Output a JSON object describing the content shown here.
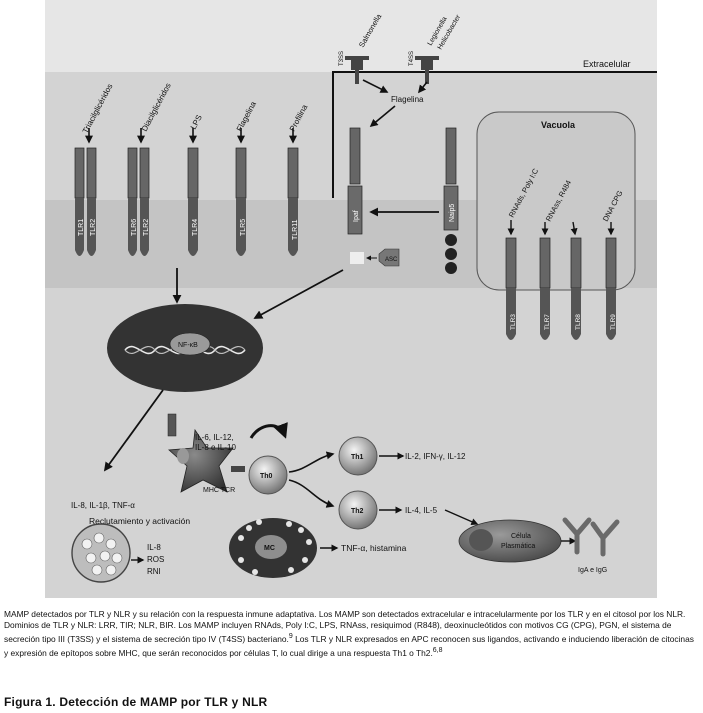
{
  "labels": {
    "extracellular": "Extracelular",
    "vacuole": "Vacuola",
    "salmonella": "Salmonella",
    "t3ss": "T3SS",
    "t4ss": "T4SS",
    "legionella": "Legionella",
    "helicobacter": "Helicobacter",
    "flagellin_top": "Flagelina",
    "ligands": [
      "Triacilglicéridos",
      "Diacilglicéridos",
      "LPS",
      "Flagelina",
      "Profilina"
    ],
    "tlr_pairs": [
      [
        "TLR1",
        "TLR2"
      ],
      [
        "TLR6",
        "TLR2"
      ]
    ],
    "tlr_single": [
      "TLR4",
      "TLR5",
      "TLR11"
    ],
    "ipaf": "Ipaf",
    "naip5": "Naip5",
    "asc": "ASC",
    "vac_ligands": [
      "RNAds, Poly I:C",
      "RNAss, R484",
      "DNA CPG"
    ],
    "vac_tlrs": [
      "TLR3",
      "TLR7",
      "TLR8",
      "TLR9"
    ],
    "nfkb": "NF-κB",
    "apc_cytokines": [
      "IL-6, IL-12,",
      "IL-8 e IL-10"
    ],
    "mhc_tcr": "MHC TCR",
    "th0": "Th0",
    "th1": "Th1",
    "th2": "Th2",
    "th1_out": "IL-2, IFN-γ, IL-12",
    "th2_out": "IL-4, IL-5",
    "neut_in": "IL-8, IL-1β, TNF-α",
    "recruit": "Reclutamiento y activación",
    "neut_out": [
      "IL-8",
      "ROS",
      "RNI"
    ],
    "mc": "MC",
    "mc_out": "TNF-α, histamina",
    "plasma": [
      "Célula",
      "Plasmática"
    ],
    "iga": "IgA e IgG"
  },
  "caption": "MAMP detectados por TLR y NLR y su relación con la respuesta inmune adaptativa. Los MAMP son detectados extracelular e intracelularmente por los TLR y en el citosol por los NLR. Dominios de TLR y NLR: LRR, TIR; NLR, BIR. Los MAMP incluyen RNAds, Poly I:C, LPS, RNAss, resiquimod (R848), deoxinucleótidos con motivos CG (CPG), PGN, el sistema de secreción tipo III (T3SS) y el sistema de secreción tipo IV (T4SS) bacteriano.",
  "caption_ref1": "9",
  "caption_tail": " Los TLR y NLR expresados en APC reconocen sus ligandos, activando e induciendo liberación de citocinas y expresión de epítopos sobre MHC, que serán reconocidos por células T, lo cual dirige a una respuesta Th1 o Th2.",
  "caption_ref2": "6,8",
  "figure_title": "Figura 1. Detección de MAMP por TLR y NLR",
  "colors": {
    "panel": "#d6d6d6",
    "membrane": "#bdbdbd",
    "vacuole": "#c7c7c7",
    "dark": "#3a3a3a",
    "nucleus": "#333333"
  }
}
